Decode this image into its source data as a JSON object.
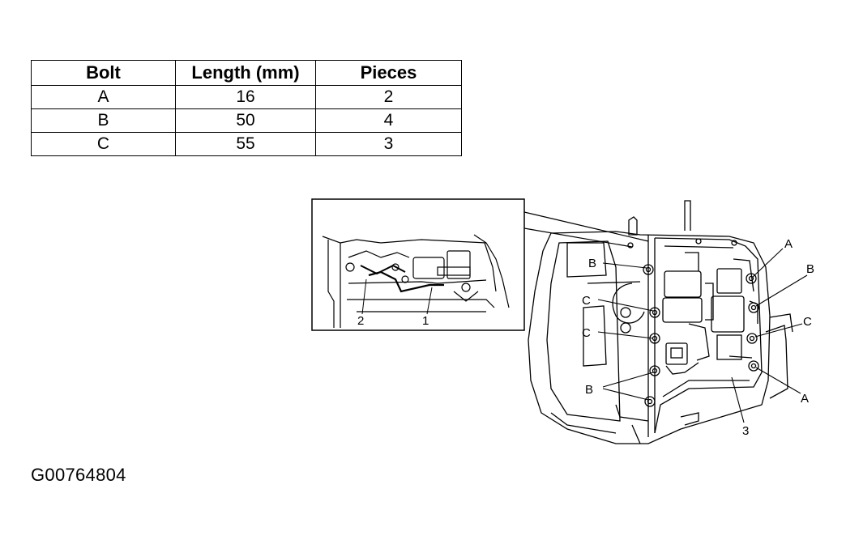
{
  "table": {
    "headers": [
      "Bolt",
      "Length (mm)",
      "Pieces"
    ],
    "rows": [
      {
        "bolt": "A",
        "length": "16",
        "pieces": "2"
      },
      {
        "bolt": "B",
        "length": "50",
        "pieces": "4"
      },
      {
        "bolt": "C",
        "length": "55",
        "pieces": "3"
      }
    ]
  },
  "callouts": {
    "A": "A",
    "B": "B",
    "C": "C",
    "part_1": "1",
    "part_2": "2",
    "part_3": "3"
  },
  "figure_code": "G00764804"
}
